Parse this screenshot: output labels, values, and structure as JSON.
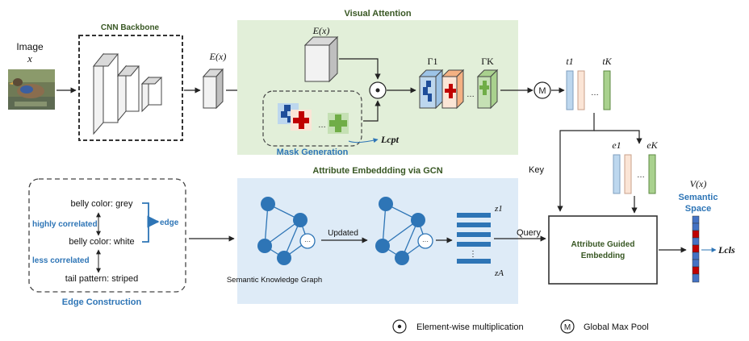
{
  "colors": {
    "visual_panel": "#e2efd9",
    "gcn_panel": "#deebf7",
    "title_green": "#385723",
    "accent_blue": "#2e75b6",
    "node_blue": "#2e75b6",
    "gamma1": "#bdd7ee",
    "gamma2": "#f8cbad",
    "gammaK": "#a9d18e",
    "mark_blue": "#1f4e9a",
    "mark_red": "#c00000",
    "mark_green": "#70ad47",
    "bar_red": "#c00000",
    "bar_blue": "#4472c4"
  },
  "input": {
    "label": "Image",
    "var": "x"
  },
  "backbone": {
    "title": "CNN Backbone"
  },
  "visual": {
    "title": "Visual Attention",
    "ex_left": "E(x)",
    "ex_top": "E(x)",
    "gamma1": "Γ1",
    "gammaK": "ΓK",
    "ellipsis": "…",
    "mask_title": "Mask Generation",
    "loss_cpt": "Lcpt"
  },
  "pool": {
    "symbol": "M",
    "t1": "t1",
    "tK": "tK",
    "ellipsis": "…"
  },
  "embed_e": {
    "e1": "e1",
    "eK": "eK",
    "ellipsis": "…"
  },
  "key_label": "Key",
  "gcn": {
    "title": "Attribute Embeddding via GCN",
    "updated": "Updated",
    "graph_label": "Semantic Knowledge Graph",
    "z1": "z1",
    "zA": "zA",
    "ellipsis": "⋮",
    "node_ellipsis": "···"
  },
  "edge_box": {
    "attr1": "belly color: grey",
    "attr2": "belly color: white",
    "attr3": "tail pattern: striped",
    "highly": "highly correlated",
    "less": "less correlated",
    "edge": "edge",
    "title": "Edge Construction"
  },
  "query_label": "Query",
  "age": {
    "line1": "Attribute Guided",
    "line2": "Embedding"
  },
  "semantic": {
    "vx": "V(x)",
    "line1": "Semantic",
    "line2": "Space",
    "loss_cls": "Lcls"
  },
  "legend": {
    "mult": "Element-wise multiplication",
    "pool_symbol": "M",
    "pool": "Global Max Pool"
  }
}
